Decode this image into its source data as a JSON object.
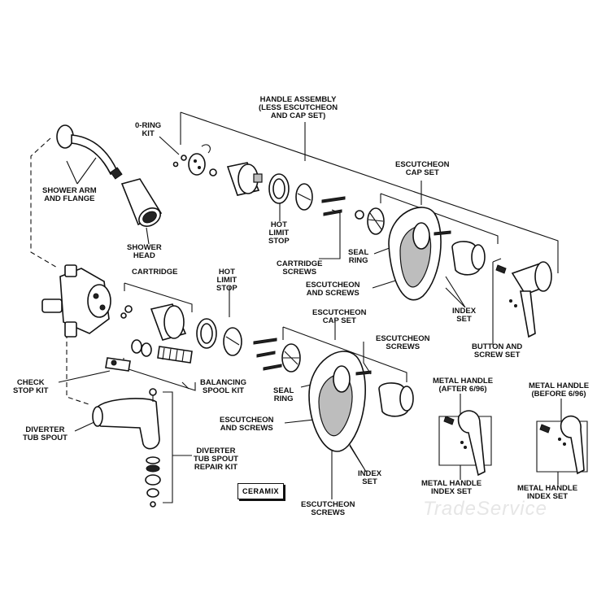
{
  "labels": {
    "handle_assembly": [
      "HANDLE ASSEMBLY",
      "(LESS ESCUTCHEON",
      "AND CAP SET)"
    ],
    "o_ring_kit": [
      "0-RING",
      "KIT"
    ],
    "shower_arm": [
      "SHOWER ARM",
      "AND FLANGE"
    ],
    "escutcheon_cap_set_top": [
      "ESCUTCHEON",
      "CAP SET"
    ],
    "hot_limit_stop_top": [
      "HOT",
      "LIMIT",
      "STOP"
    ],
    "shower_head": [
      "SHOWER",
      "HEAD"
    ],
    "cartridge_screws": [
      "CARTRIDGE",
      "SCREWS"
    ],
    "seal_ring_top": [
      "SEAL",
      "RING"
    ],
    "cartridge": [
      "CARTRIDGE"
    ],
    "hot_limit_stop_mid": [
      "HOT",
      "LIMIT",
      "STOP"
    ],
    "escutcheon_screws_top": [
      "ESCUTCHEON",
      "AND SCREWS"
    ],
    "index_set_top": [
      "INDEX",
      "SET"
    ],
    "escutcheon_cap_set_mid": [
      "ESCUTCHEON",
      "CAP SET"
    ],
    "button_screw_set": [
      "BUTTON AND",
      "SCREW SET"
    ],
    "escutcheon_screws_mid": [
      "ESCUTCHEON",
      "SCREWS"
    ],
    "check_stop_kit": [
      "CHECK",
      "STOP KIT"
    ],
    "balancing_spool_kit": [
      "BALANCING",
      "SPOOL KIT"
    ],
    "metal_handle_after": [
      "METAL HANDLE",
      "(AFTER 6/96)"
    ],
    "metal_handle_before": [
      "METAL HANDLE",
      "(BEFORE 6/96)"
    ],
    "seal_ring_mid": [
      "SEAL",
      "RING"
    ],
    "escutcheon_screws_low": [
      "ESCUTCHEON",
      "AND SCREWS"
    ],
    "diverter_tub_spout": [
      "DIVERTER",
      "TUB SPOUT"
    ],
    "diverter_repair_kit": [
      "DIVERTER",
      "TUB SPOUT",
      "REPAIR KIT"
    ],
    "index_set_low": [
      "INDEX",
      "SET"
    ],
    "metal_handle_index_after": [
      "METAL HANDLE",
      "INDEX SET"
    ],
    "metal_handle_index_before": [
      "METAL HANDLE",
      "INDEX SET"
    ],
    "escutcheon_screws_bottom": [
      "ESCUTCHEON",
      "SCREWS"
    ]
  },
  "brand_box": "CERAMIX",
  "watermark": "TradeService"
}
